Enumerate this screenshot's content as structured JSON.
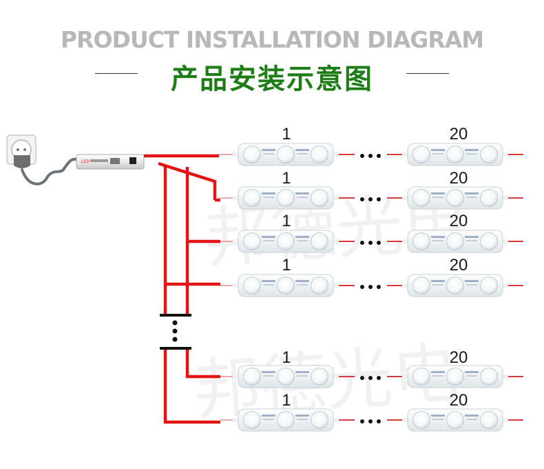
{
  "title_en": "PRODUCT INSTALLATION DIAGRAM",
  "title_cn": "产品安装示意图",
  "watermark": "邦德光电",
  "strings": [
    {
      "first": "1",
      "last": "20"
    },
    {
      "first": "1",
      "last": "20"
    },
    {
      "first": "1",
      "last": "20"
    },
    {
      "first": "1",
      "last": "20"
    },
    {
      "first": "1",
      "last": "20"
    },
    {
      "first": "1",
      "last": "20"
    }
  ],
  "colors": {
    "title_en": "#b8b8b8",
    "title_cn": "#1e7d16",
    "wire": "#e31414",
    "bus": "#111111"
  },
  "icons": [
    "wall-socket-icon",
    "plug-icon",
    "power-supply-icon",
    "led-module-icon",
    "ellipsis-icon"
  ]
}
